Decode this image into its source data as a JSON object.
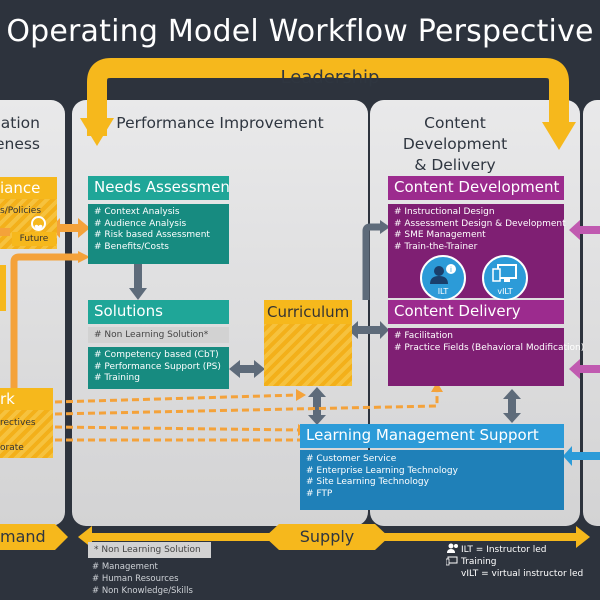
{
  "title": "Operating Model Workflow Perspective",
  "leadership": "Leadership",
  "columns": {
    "left_partial": [
      "ation",
      "eness"
    ],
    "performance": "Performance Improvement",
    "content": [
      "Content Development",
      "& Delivery"
    ]
  },
  "left_boxes": {
    "governance_fragment": "iance",
    "policies_fragment": "s/Policies",
    "future": "Future",
    "framework_fragment": "rk",
    "directives_fragment": "rectives",
    "corporate_fragment": "orate"
  },
  "needs_assessment": {
    "title": "Needs Assessment",
    "items": [
      "# Context Analysis",
      "# Audience Analysis",
      "# Risk based Assessment",
      "# Benefits/Costs"
    ]
  },
  "solutions": {
    "title": "Solutions",
    "non_learning": "# Non Learning Solution*",
    "items": [
      "# Competency based (CbT)",
      "# Performance Support (PS)",
      "# Training"
    ]
  },
  "curriculum": {
    "title": "Curriculum"
  },
  "content_development": {
    "title": "Content Development",
    "items": [
      "# Instructional Design",
      "# Assessment Design & Development",
      "# SME Management",
      "# Train-the-Trainer"
    ]
  },
  "delivery_icons": {
    "ilt": "ILT",
    "vilt": "vILT"
  },
  "content_delivery": {
    "title": "Content Delivery",
    "items": [
      "# Facilitation",
      "# Practice Fields (Behavioral Modification)"
    ]
  },
  "lms": {
    "title": "Learning Management Support",
    "items": [
      "# Customer Service",
      "# Enterprise Learning Technology",
      "# Site Learning Technology",
      "# FTP"
    ]
  },
  "footer": {
    "demand_fragment": "mand",
    "supply": "Supply",
    "non_learning_title": "* Non Learning Solution",
    "non_learning_items": [
      "# Management",
      "# Human Resources",
      "# Non Knowledge/Skills"
    ],
    "legend": {
      "ilt": "ILT  = Instructor led",
      "training": "Training",
      "vilt": "vILT = virtual instructor led"
    }
  },
  "colors": {
    "background": "#2d333d",
    "teal": "#1fa698",
    "magenta": "#9c2b8e",
    "blue": "#2c9bd8",
    "yellow": "#f6b81c",
    "orange": "#f4a23a"
  }
}
